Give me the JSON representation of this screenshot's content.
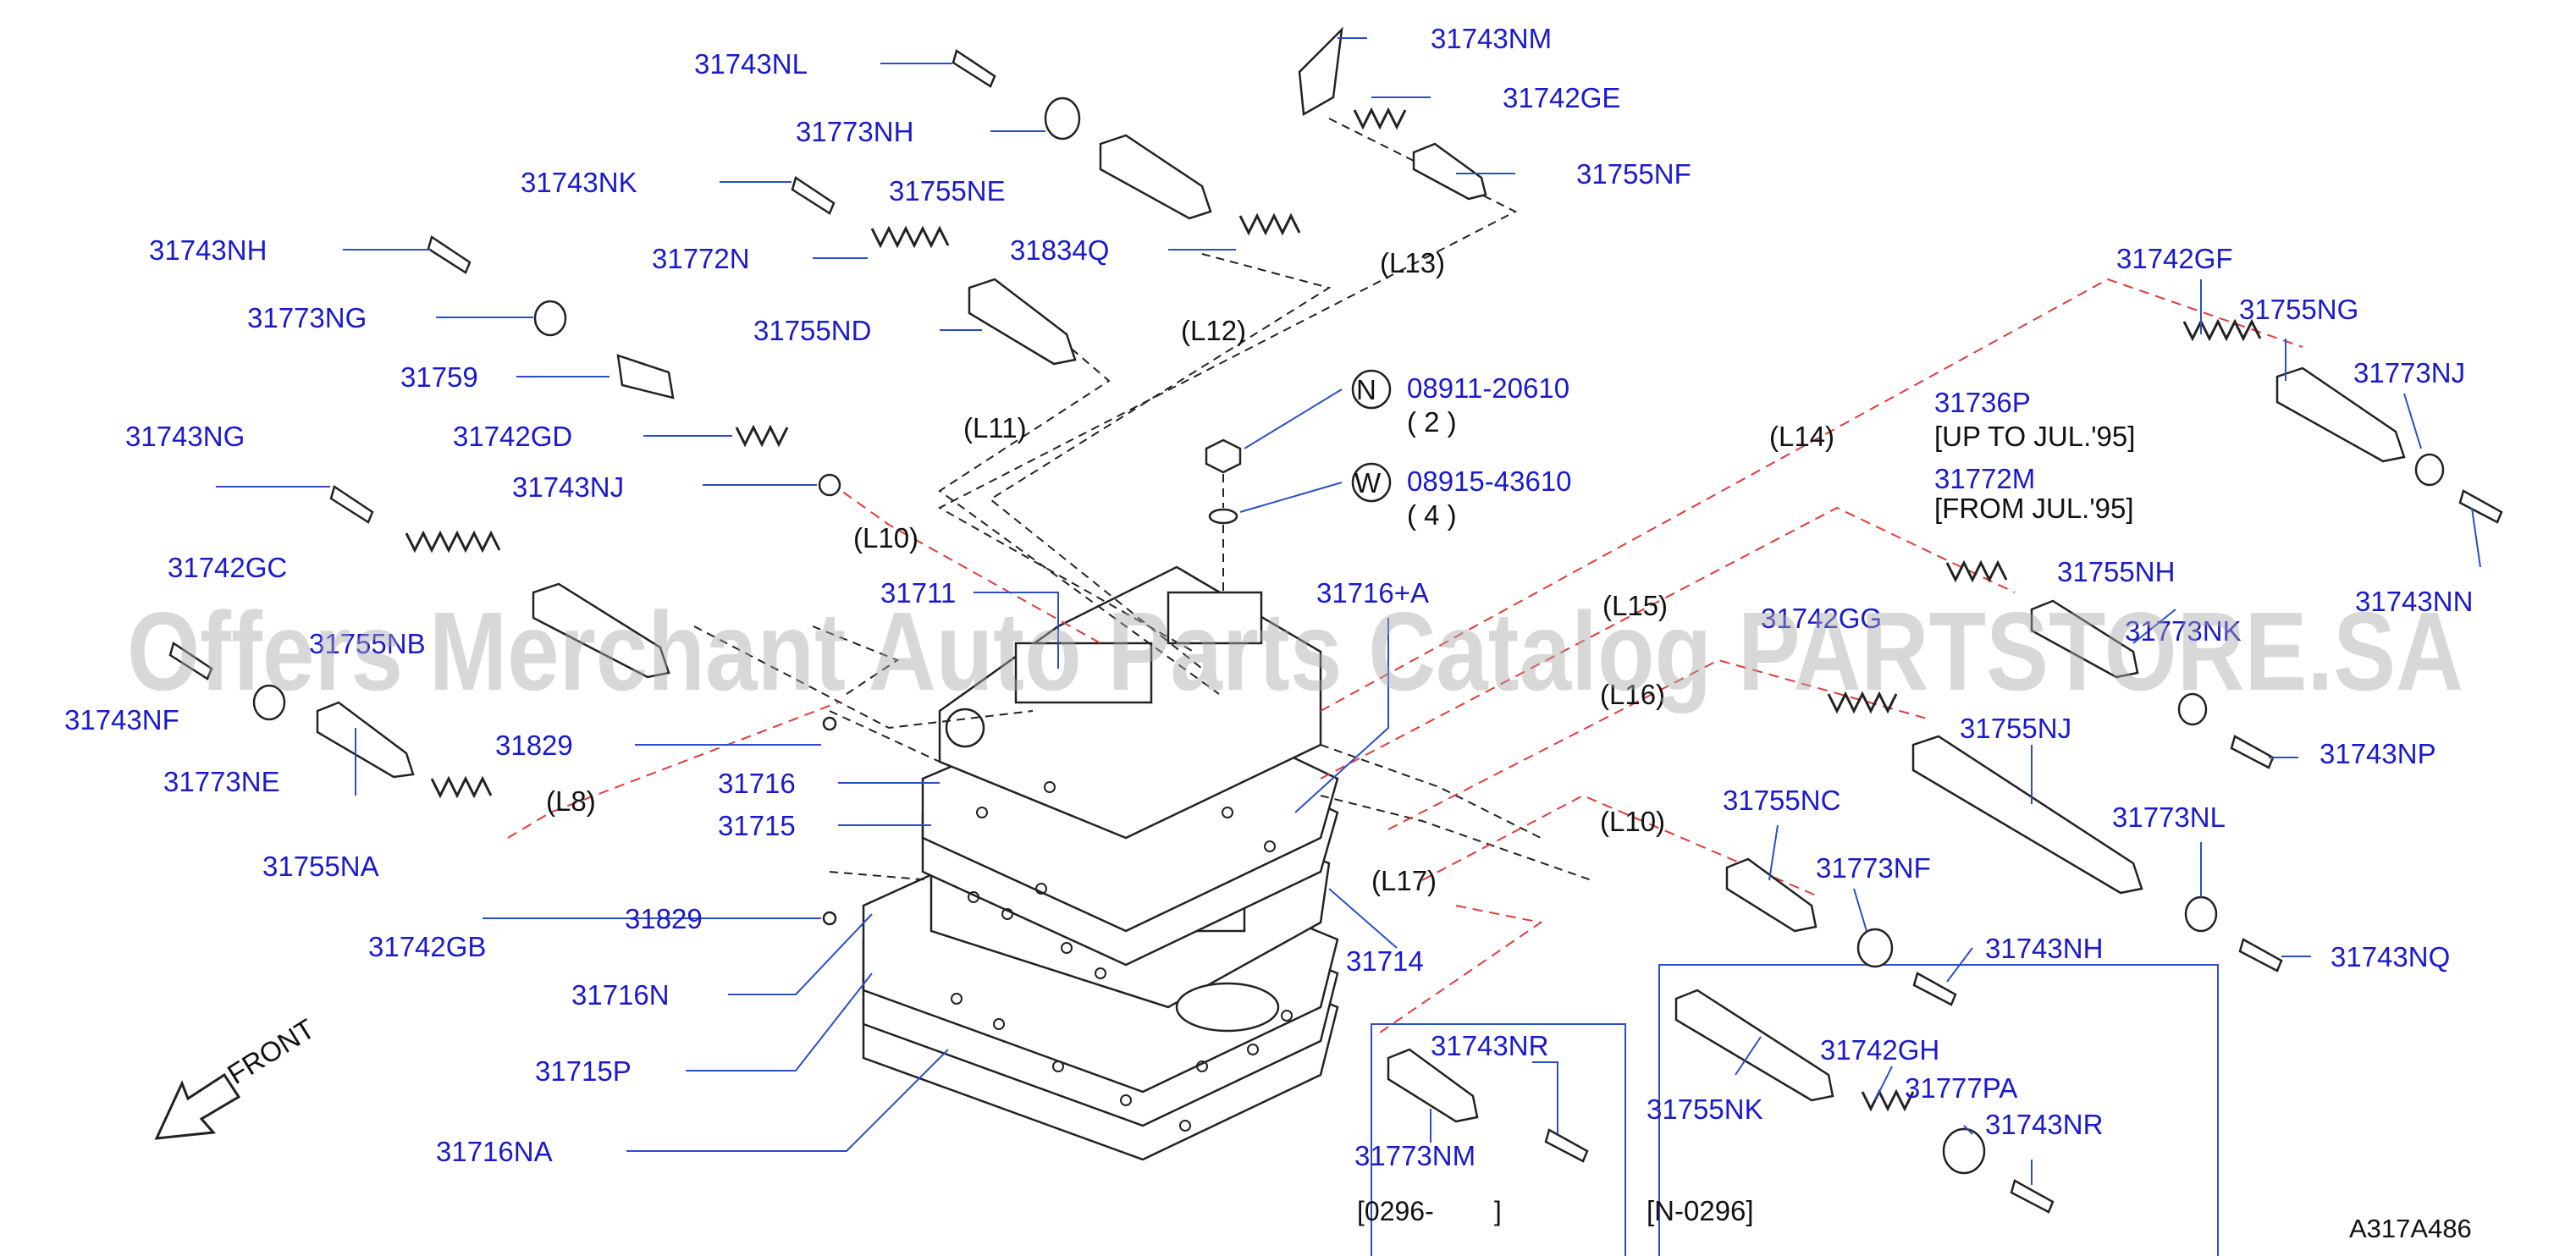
{
  "colors": {
    "label": "#1a1acc",
    "leader": "#2a4fc4",
    "red_route": "#e23a3a",
    "watermark": "#a8a8a8"
  },
  "watermark": "Offers Merchant Auto Parts Catalog PARTSTORE.SA",
  "code": "A317A486",
  "front": "FRONT",
  "routes": {
    "l8": "(L8)",
    "l10a": "(L10)",
    "l10b": "(L10)",
    "l11": "(L11)",
    "l12": "(L12)",
    "l13": "(L13)",
    "l14": "(L14)",
    "l15": "(L15)",
    "l16": "(L16)",
    "l17": "(L17)"
  },
  "fasteners": [
    {
      "symbol": "N",
      "part": "08911-20610",
      "qty": "( 2 )"
    },
    {
      "symbol": "W",
      "part": "08915-43610",
      "qty": "( 4 )"
    }
  ],
  "notes": {
    "up_to": "[UP TO JUL.'95]",
    "from": "[FROM JUL.'95]",
    "box_left": "[0296-        ]",
    "box_right": "[N-0296]"
  },
  "labels": {
    "p31743NL": "31743NL",
    "p31743NM": "31743NM",
    "p31773NH": "31773NH",
    "p31742GE": "31742GE",
    "p31743NK": "31743NK",
    "p31755NE": "31755NE",
    "p31755NF": "31755NF",
    "p31743NH_a": "31743NH",
    "p31772N": "31772N",
    "p31834Q": "31834Q",
    "p31773NG": "31773NG",
    "p31755ND": "31755ND",
    "p31759": "31759",
    "p31742GD": "31742GD",
    "p31743NG": "31743NG",
    "p31743NJ": "31743NJ",
    "p31742GC": "31742GC",
    "p31711": "31711",
    "p31755NB": "31755NB",
    "p31743NF": "31743NF",
    "p31829a": "31829",
    "p31773NE": "31773NE",
    "p31716": "31716",
    "p31715": "31715",
    "p31755NA": "31755NA",
    "p31742GB": "31742GB",
    "p31829b": "31829",
    "p31716N": "31716N",
    "p31715P": "31715P",
    "p31716NA": "31716NA",
    "p31716A": "31716+A",
    "p31714": "31714",
    "p31742GF": "31742GF",
    "p31755NG": "31755NG",
    "p31773NJ": "31773NJ",
    "p31736P": "31736P",
    "p31772M": "31772M",
    "p31743NN": "31743NN",
    "p31755NH": "31755NH",
    "p31742GG": "31742GG",
    "p31773NK": "31773NK",
    "p31743NP": "31743NP",
    "p31755NJ": "31755NJ",
    "p31755NC": "31755NC",
    "p31773NL": "31773NL",
    "p31773NF": "31773NF",
    "p31743NH_b": "31743NH",
    "p31743NQ": "31743NQ",
    "p31743NR_a": "31743NR",
    "p31773NM": "31773NM",
    "p31742GH": "31742GH",
    "p31777PA": "31777PA",
    "p31755NK": "31755NK",
    "p31743NR_b": "31743NR"
  }
}
